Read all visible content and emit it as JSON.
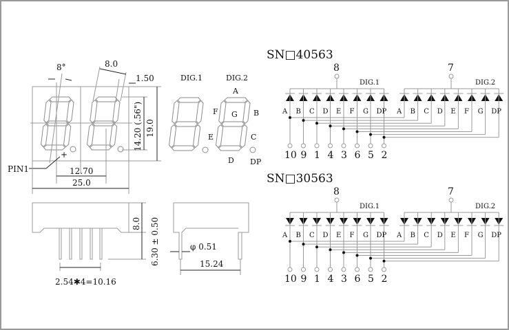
{
  "front_view": {
    "angle": "8°",
    "segment_width": "8.0",
    "offset": "1.50",
    "digit_height": "14.20 (.56\")",
    "height": "19.0",
    "pin1": "PIN1",
    "digit_pitch": "12.70",
    "width": "25.0"
  },
  "segment_map": {
    "dig1": "DIG.1",
    "dig2": "DIG.2",
    "a": "A",
    "b": "B",
    "c": "C",
    "d": "D",
    "e": "E",
    "f": "F",
    "g": "G",
    "dp": "DP"
  },
  "side_view": {
    "body_height": "8.0",
    "pin_length": "6.30 ± 0.50",
    "pin_pitch": "2.54✱4=10.16"
  },
  "end_view": {
    "pin_diameter": "φ 0.51",
    "row_spacing": "15.24"
  },
  "circuits": [
    {
      "title": "SN□40563",
      "diode_direction": "up",
      "common_pins": [
        "8",
        "7"
      ],
      "digit_labels": [
        "DIG.1",
        "DIG.2"
      ],
      "segments": [
        "A",
        "B",
        "C",
        "D",
        "E",
        "F",
        "G",
        "DP"
      ],
      "segment_pins": [
        "10",
        "9",
        "1",
        "4",
        "3",
        "6",
        "5",
        "2"
      ]
    },
    {
      "title": "SN□30563",
      "diode_direction": "down",
      "common_pins": [
        "8",
        "7"
      ],
      "digit_labels": [
        "DIG.1",
        "DIG.2"
      ],
      "segments": [
        "A",
        "B",
        "C",
        "D",
        "E",
        "F",
        "G",
        "DP"
      ],
      "segment_pins": [
        "10",
        "9",
        "1",
        "4",
        "3",
        "6",
        "5",
        "2"
      ]
    }
  ]
}
